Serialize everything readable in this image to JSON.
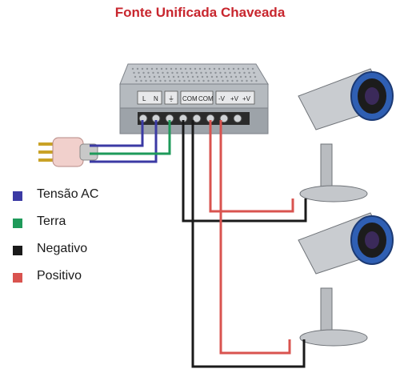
{
  "title": "Fonte Unificada Chaveada",
  "colors": {
    "title": "#c8262e",
    "tensao_ac": "#3b3aa4",
    "terra": "#1e9a5a",
    "negativo": "#1a1a1a",
    "positivo": "#d9534f",
    "housing": "#a9aeb4",
    "lens_ring": "#2f5fb3"
  },
  "power_supply": {
    "terminal_labels": [
      "L",
      "N",
      "⏚",
      "COM",
      "COM",
      "-V",
      "+V",
      "+V"
    ]
  },
  "legend": [
    {
      "label": "Tensão AC",
      "color_key": "tensao_ac"
    },
    {
      "label": "Terra",
      "color_key": "terra"
    },
    {
      "label": "Negativo",
      "color_key": "negativo"
    },
    {
      "label": "Positivo",
      "color_key": "positivo"
    }
  ],
  "icons": [
    "power-supply-icon",
    "ac-plug-icon",
    "camera-icon"
  ]
}
